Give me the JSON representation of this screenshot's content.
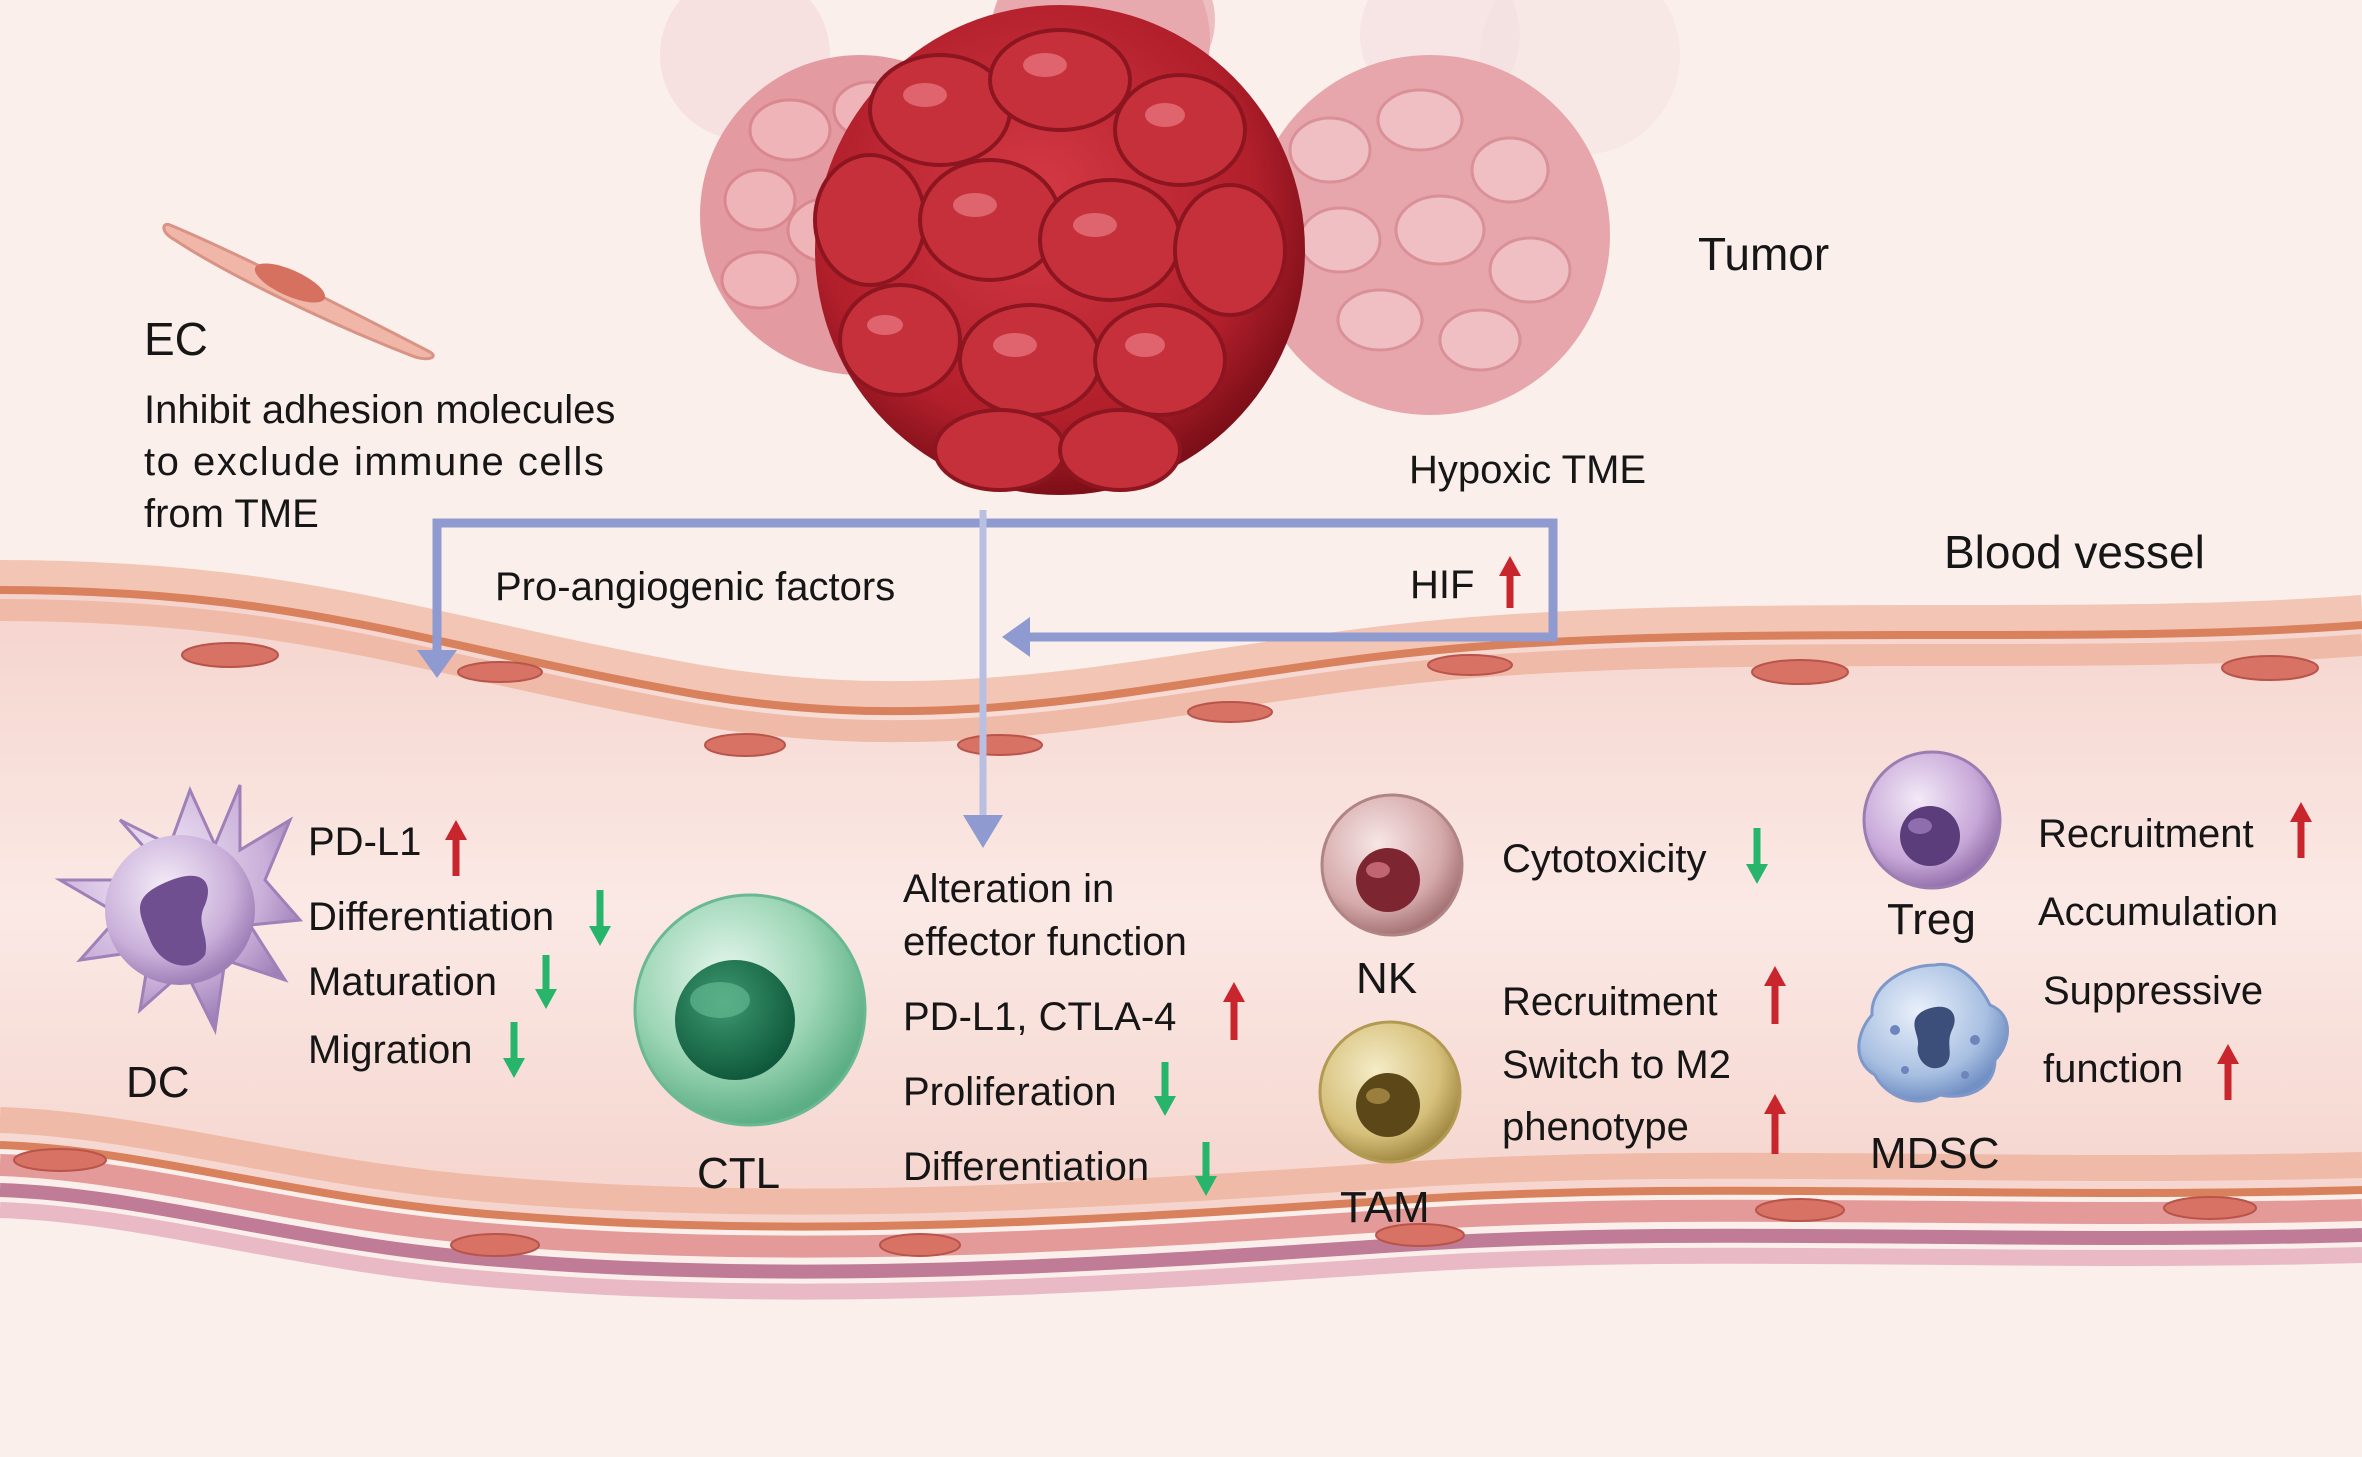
{
  "tumor": {
    "label": "Tumor"
  },
  "blood_vessel": {
    "label": "Blood  vessel"
  },
  "ec": {
    "label": "EC",
    "description": [
      "Inhibit adhesion molecules",
      "to exclude immune cells",
      "from TME"
    ]
  },
  "pathways": {
    "hypoxic_label": "Hypoxic TME",
    "pro_angiogenic_label": "Pro-angiogenic factors",
    "hif_label": "HIF"
  },
  "cells": {
    "dc": {
      "label": "DC",
      "effects": [
        "PD-L1",
        "Differentiation",
        "Maturation",
        "Migration"
      ]
    },
    "ctl": {
      "label": "CTL",
      "effects": [
        "Alteration in",
        "effector function",
        "PD-L1, CTLA-4",
        "Proliferation",
        "Differentiation"
      ]
    },
    "nk": {
      "label": "NK",
      "effects": [
        "Cytotoxicity"
      ]
    },
    "tam": {
      "label": "TAM",
      "effects": [
        "Recruitment",
        "Switch to M2",
        "phenotype"
      ]
    },
    "treg": {
      "label": "Treg",
      "effects": [
        "Recruitment",
        "Accumulation",
        "Suppressive",
        "function"
      ]
    },
    "mdsc": {
      "label": "MDSC"
    }
  },
  "colors": {
    "up_arrow": "#c8262c",
    "down_arrow": "#27b56b",
    "pathway_arrow": "#8f9bd0",
    "tumor_core": "#b11f2b",
    "tumor_halo": "#e8a3a8",
    "vessel_wall": "#e9a98e",
    "vessel_lumen": "#f7dcd6"
  }
}
